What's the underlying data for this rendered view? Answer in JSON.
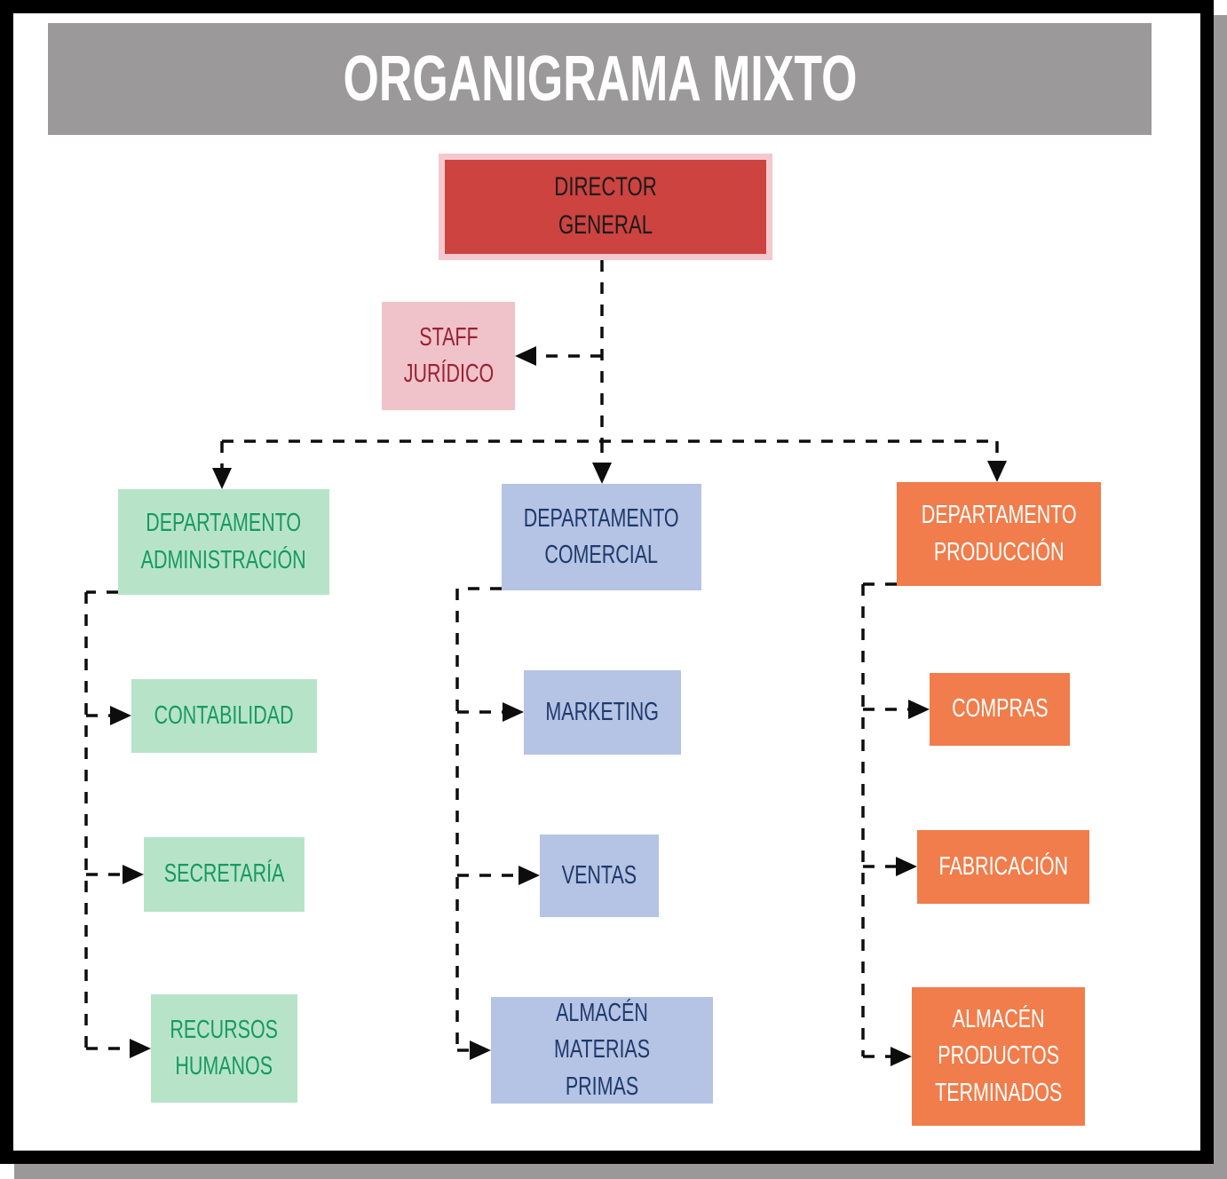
{
  "header": {
    "title": "ORGANIGRAMA MIXTO"
  },
  "colors": {
    "frame": "#000000",
    "shadow": "#9a9899",
    "header_bg": "#9b999a",
    "line": "#0d0d0d",
    "director_fill": "#cc4340",
    "director_border": "#f3c9cf",
    "director_text": "#1a1a1a",
    "staff_fill": "#f0c3ca",
    "staff_text": "#9c2033",
    "admin_fill": "#b7e4c9",
    "admin_text": "#169a60",
    "comercial_fill": "#b5c3e4",
    "comercial_text": "#1e3a6c",
    "produccion_fill": "#f07d4b",
    "produccion_text": "#ffffff"
  },
  "org": {
    "root": {
      "label": "DIRECTOR\nGENERAL"
    },
    "staff": {
      "label": "STAFF\nJURÍDICO"
    },
    "departments": [
      {
        "label": "DEPARTAMENTO\nADMINISTRACIÓN",
        "children": [
          {
            "label": "CONTABILIDAD"
          },
          {
            "label": "SECRETARÍA"
          },
          {
            "label": "RECURSOS\nHUMANOS"
          }
        ]
      },
      {
        "label": "DEPARTAMENTO\nCOMERCIAL",
        "children": [
          {
            "label": "MARKETING"
          },
          {
            "label": "VENTAS"
          },
          {
            "label": "ALMACÉN\nMATERIAS PRIMAS"
          }
        ]
      },
      {
        "label": "DEPARTAMENTO\nPRODUCCIÓN",
        "children": [
          {
            "label": "COMPRAS"
          },
          {
            "label": "FABRICACIÓN"
          },
          {
            "label": "ALMACÉN\nPRODUCTOS\nTERMINADOS"
          }
        ]
      }
    ]
  }
}
